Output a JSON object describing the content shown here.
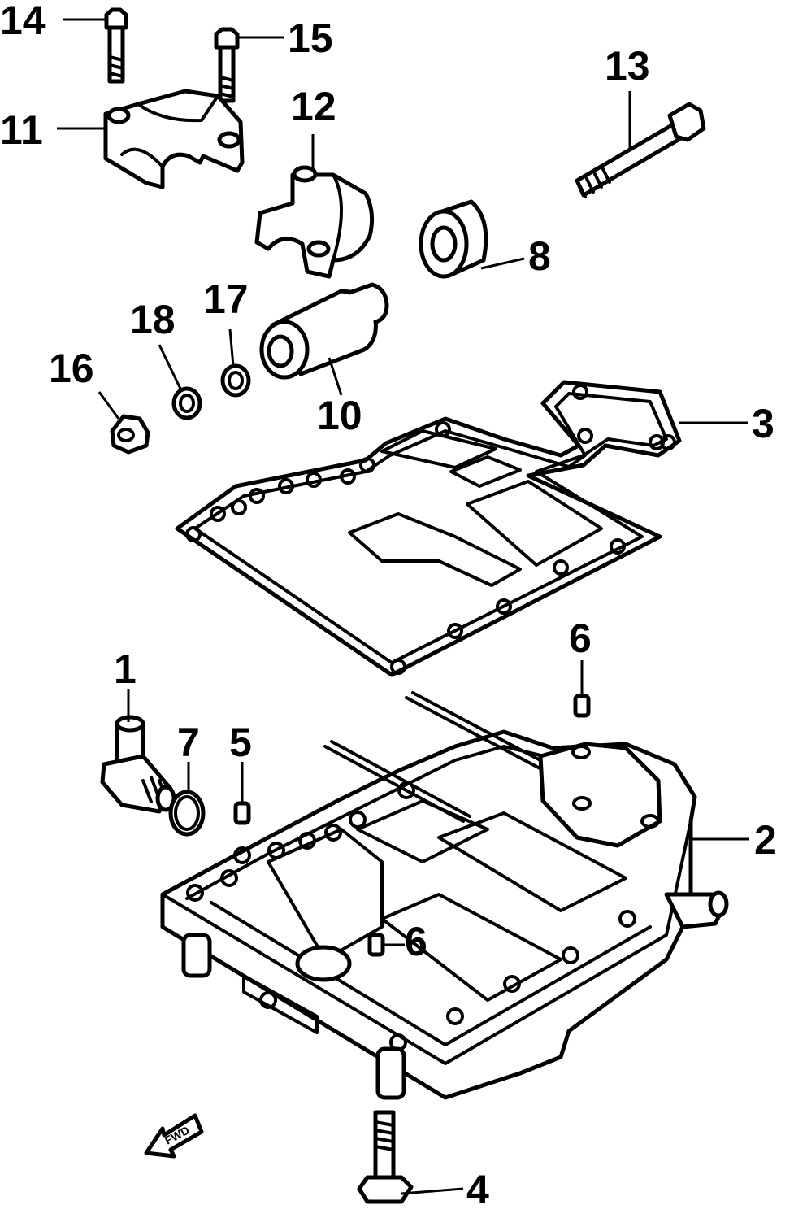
{
  "callouts": {
    "c1": "1",
    "c2": "2",
    "c3": "3",
    "c4": "4",
    "c5": "5",
    "c6a": "6",
    "c6b": "6",
    "c7": "7",
    "c8": "8",
    "c10": "10",
    "c11": "11",
    "c12": "12",
    "c13": "13",
    "c14": "14",
    "c15": "15",
    "c16": "16",
    "c17": "17",
    "c18": "18"
  },
  "arrow": {
    "label": "FWD",
    "icon": "forward-arrow-icon"
  },
  "colors": {
    "line": "#000000",
    "background": "#ffffff"
  }
}
